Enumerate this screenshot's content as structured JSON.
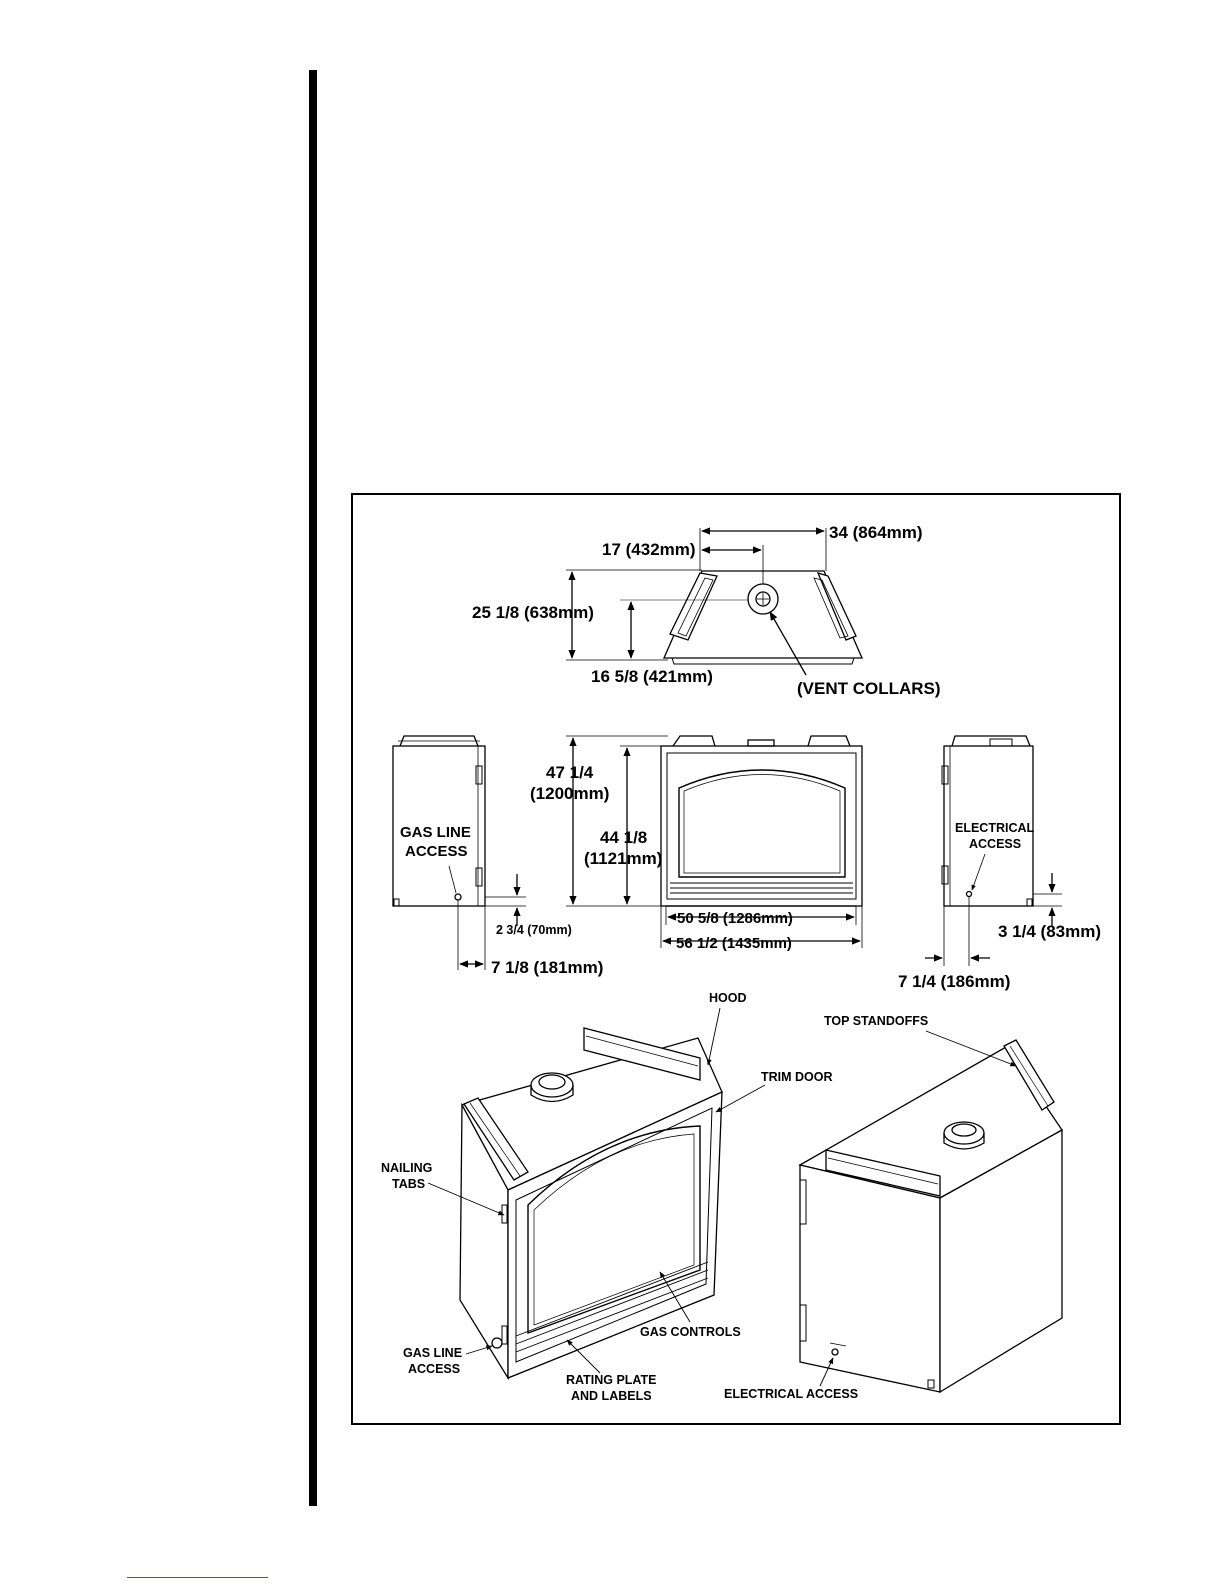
{
  "labels": {
    "dim_34": "34 (864mm)",
    "dim_17": "17 (432mm)",
    "dim_25_1_8": "25 1/8 (638mm)",
    "dim_16_5_8": "16 5/8 (421mm)",
    "vent_collars": "(VENT COLLARS)",
    "dim_47_1_4_a": "47 1/4",
    "dim_47_1_4_b": "(1200mm)",
    "dim_44_1_8_a": "44 1/8",
    "dim_44_1_8_b": "(1121mm)",
    "gas_line_access_side_a": "GAS LINE",
    "gas_line_access_side_b": "ACCESS",
    "dim_2_3_4": "2 3/4 (70mm)",
    "dim_7_1_8": "7 1/8 (181mm)",
    "dim_50_5_8": "50 5/8 (1286mm)",
    "dim_56_1_2": "56 1/2 (1435mm)",
    "electrical_access_side_a": "ELECTRICAL",
    "electrical_access_side_b": "ACCESS",
    "dim_3_1_4": "3 1/4 (83mm)",
    "dim_7_1_4": "7 1/4 (186mm)",
    "hood": "HOOD",
    "top_standoffs": "TOP STANDOFFS",
    "trim_door": "TRIM DOOR",
    "nailing_tabs_a": "NAILING",
    "nailing_tabs_b": "TABS",
    "gas_line_access_iso_a": "GAS LINE",
    "gas_line_access_iso_b": "ACCESS",
    "gas_controls": "GAS CONTROLS",
    "rating_plate_a": "RATING PLATE",
    "rating_plate_b": "AND LABELS",
    "electrical_access_iso": "ELECTRICAL ACCESS"
  }
}
